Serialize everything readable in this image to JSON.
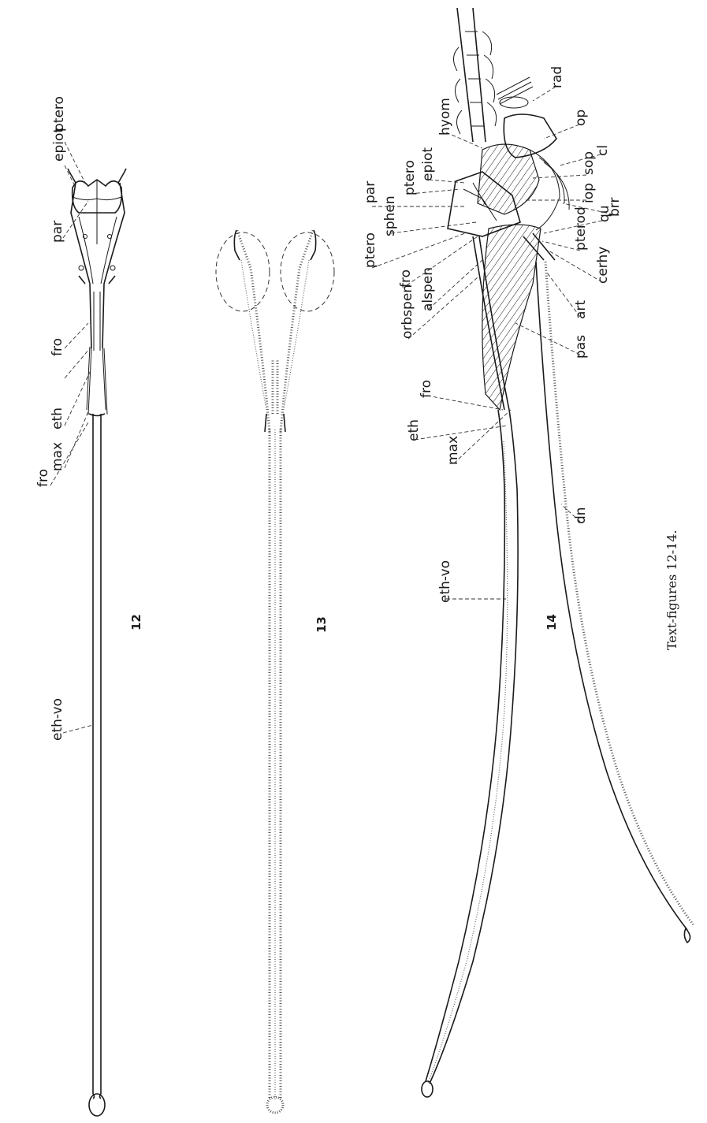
{
  "caption": "Text-figures 12-14.",
  "figures": {
    "fig12": {
      "number": "12",
      "labels": {
        "ptero": "ptero",
        "epiot": "epiot",
        "par": "par",
        "fro": "fro",
        "eth": "eth",
        "max": "max",
        "fro_partial": "fro",
        "eth_vo": "eth-vo"
      }
    },
    "fig13": {
      "number": "13"
    },
    "fig14": {
      "number": "14",
      "labels": {
        "rad": "rad",
        "op": "op",
        "cl": "cl",
        "sop": "sop",
        "iop": "iop",
        "brr": "brr",
        "hyom": "hyom",
        "epiot": "epiot",
        "ptero_upper": "ptero",
        "par": "par",
        "sphen": "sphen",
        "ptero_lower": "ptero",
        "fro_upper": "fro",
        "alspen": "alspen",
        "orbspen": "orbspen",
        "qu": "qu",
        "pterod": "pterod",
        "cerhy": "cerhy",
        "art": "art",
        "pas": "pas",
        "fro_lower": "fro",
        "eth": "eth",
        "max": "max",
        "dn": "dn",
        "eth_vo": "eth-vo"
      }
    }
  }
}
